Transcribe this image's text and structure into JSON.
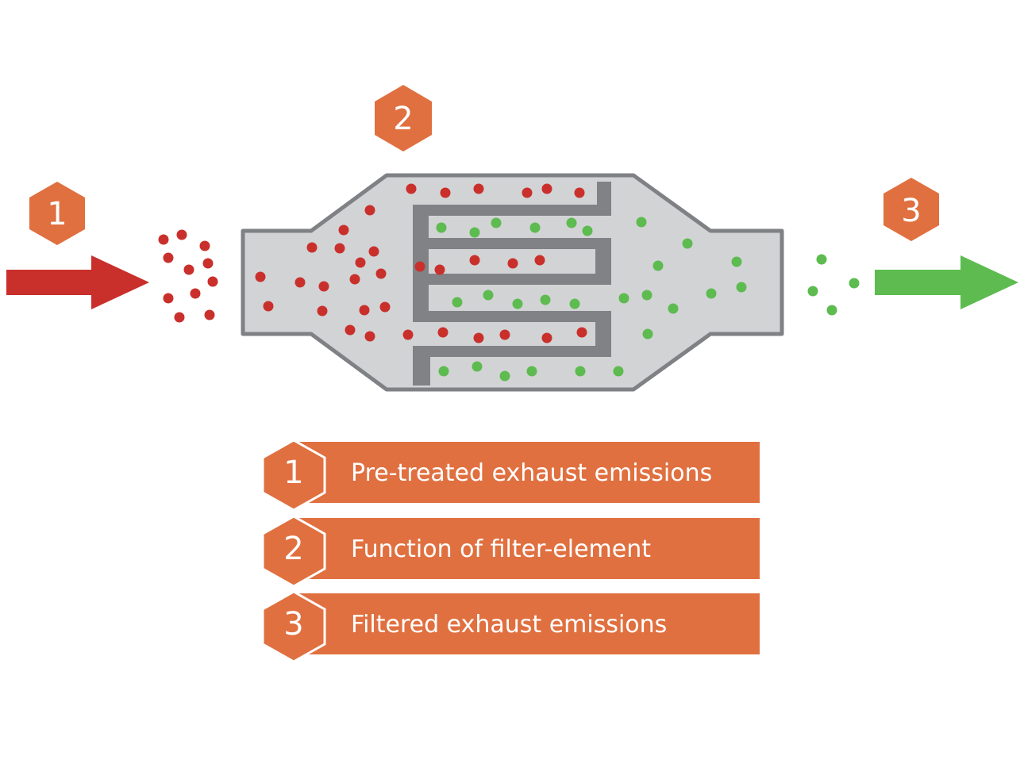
{
  "colors": {
    "accent_orange": "#E07040",
    "particle_red": "#C9302C",
    "particle_green": "#5DBB50",
    "arrow_in": "#C9302C",
    "arrow_out": "#5DBB50",
    "filter_body_fill": "#D2D3D5",
    "filter_body_stroke": "#7F8184",
    "filter_element": "#808285"
  },
  "icons": {
    "inlet_arrow": "arrow-right-icon",
    "outlet_arrow": "arrow-right-icon",
    "step_marker": "hexagon-icon"
  },
  "markers": {
    "inlet": "1",
    "filter": "2",
    "outlet": "3"
  },
  "legend": [
    {
      "number": "1",
      "label": "Pre-treated exhaust emissions"
    },
    {
      "number": "2",
      "label": "Function of filter-element"
    },
    {
      "number": "3",
      "label": "Filtered exhaust emissions"
    }
  ]
}
